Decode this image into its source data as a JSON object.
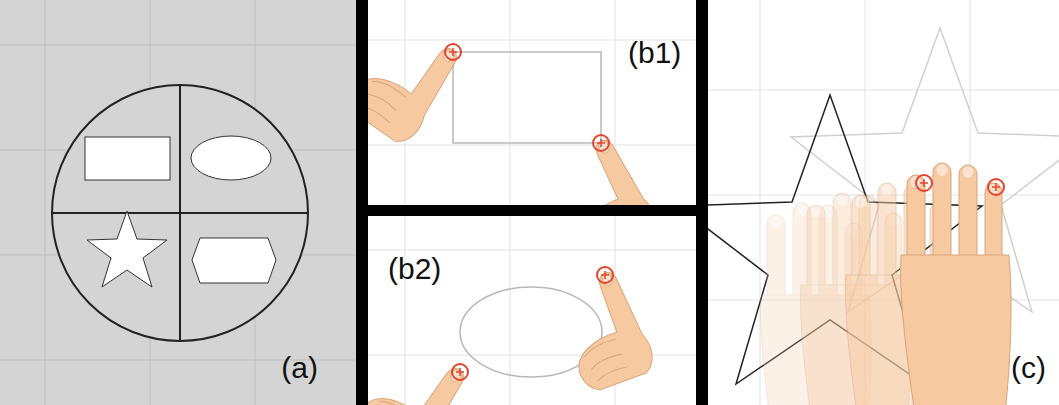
{
  "diagram": {
    "labels": [
      "(a)",
      "(b1)",
      "(b2)",
      "(c)"
    ]
  }
}
